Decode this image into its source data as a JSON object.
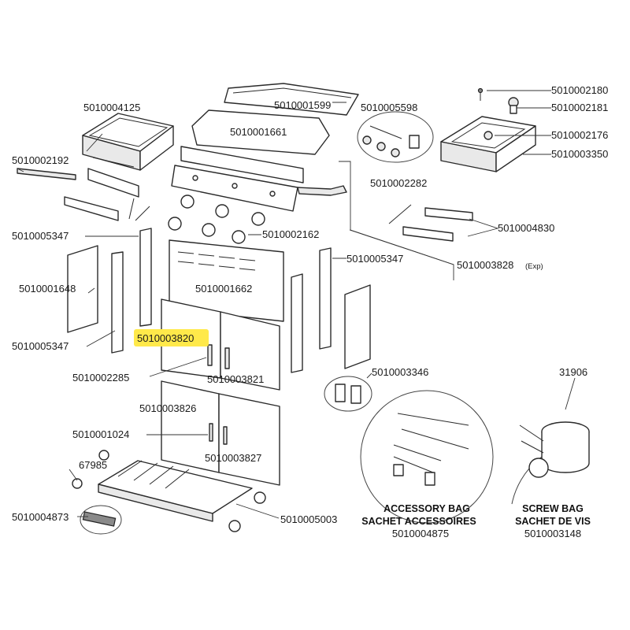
{
  "part_labels": {
    "p4125": "5010004125",
    "p2192": "5010002192",
    "p5347_left_top": "5010005347",
    "p1648": "5010001648",
    "p5347_left_bottom": "5010005347",
    "p1599": "5010001599",
    "p1661": "5010001661",
    "p5598": "5010005598",
    "p2180": "5010002180",
    "p2181": "5010002181",
    "p2176": "5010002176",
    "p3350": "5010003350",
    "p2282": "5010002282",
    "p4830": "5010004830",
    "p2162": "5010002162",
    "p5347_right": "5010005347",
    "p3828": "5010003828",
    "p3828_suffix": "(Exp)",
    "p1662": "5010001662",
    "p3820": "5010003820",
    "p2285": "5010002285",
    "p3821": "5010003821",
    "p3346": "5010003346",
    "p3826": "5010003826",
    "p1024": "5010001024",
    "p3827": "5010003827",
    "p67985": "67985",
    "p4873": "5010004873",
    "p5003": "5010005003",
    "p31906": "31906"
  },
  "highlighted_label": "p3820",
  "highlight_color": "#ffe94a",
  "accessory_bag": {
    "title_en": "ACCESSORY BAG",
    "title_fr": "SACHET ACCESSOIRES",
    "part_no": "5010004875"
  },
  "screw_bag": {
    "title_en": "SCREW BAG",
    "title_fr": "SACHET DE VIS",
    "part_no": "5010003148"
  }
}
